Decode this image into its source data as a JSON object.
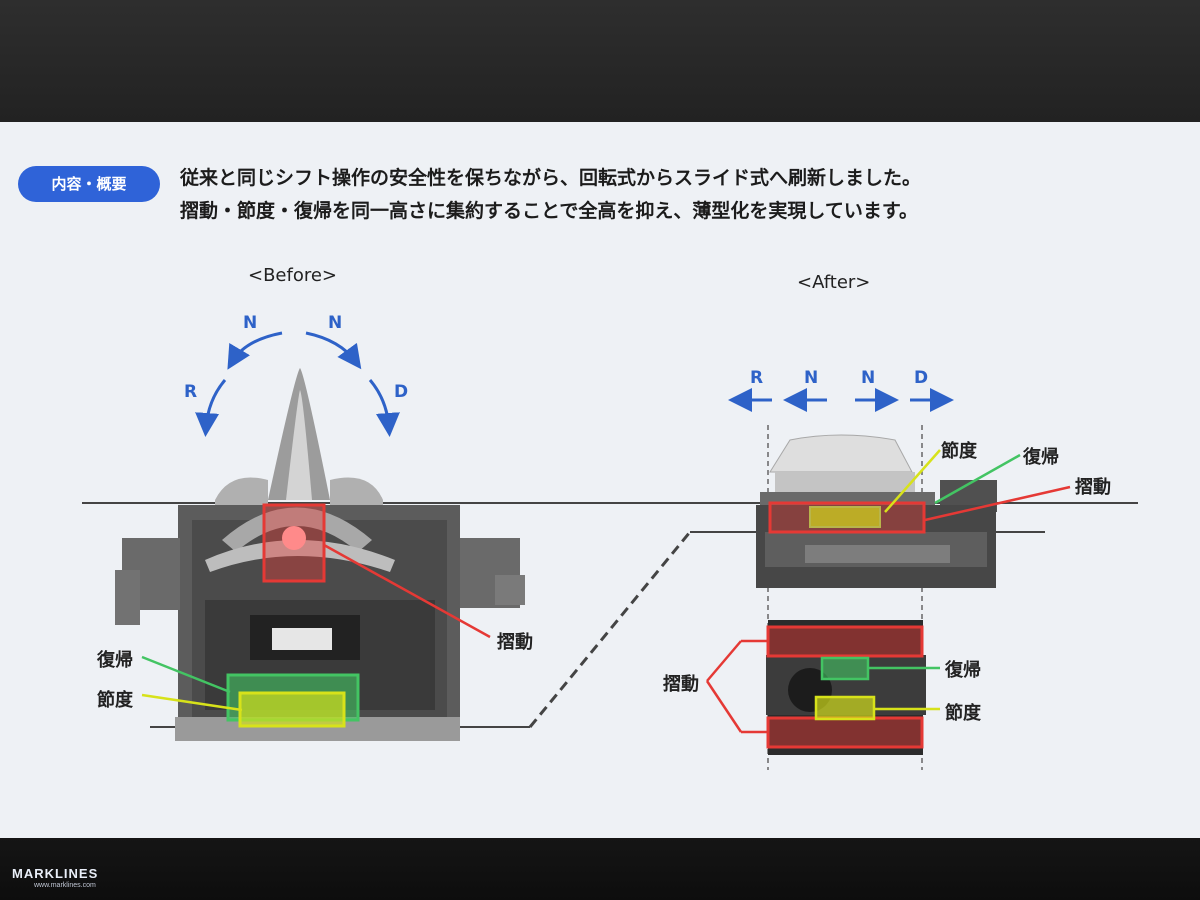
{
  "badge": "内容・概要",
  "description": {
    "line1": "従来と同じシフト操作の安全性を保ちながら、回転式からスライド式へ刷新しました。",
    "line2": "摺動・節度・復帰を同一高さに集約することで全高を抑え、薄型化を実現しています。"
  },
  "before": {
    "title": "<Before>",
    "directions": [
      "R",
      "N",
      "N",
      "D"
    ],
    "labels": {
      "sliding": "摺動",
      "return": "復帰",
      "detent": "節度"
    }
  },
  "after": {
    "title": "<After>",
    "directions": [
      "R",
      "N",
      "N",
      "D"
    ],
    "labels": {
      "detent_top": "節度",
      "return_top": "復帰",
      "sliding_top": "摺動",
      "sliding_bottom": "摺動",
      "return_bottom": "復帰",
      "detent_bottom": "節度"
    }
  },
  "watermark": {
    "logo": "MARKLINES",
    "url": "www.marklines.com"
  },
  "colors": {
    "badge": "#2f63d8",
    "arrow": "#2e62c8",
    "sliding": "#e53935",
    "return": "#43c463",
    "detent": "#d7e21a"
  }
}
